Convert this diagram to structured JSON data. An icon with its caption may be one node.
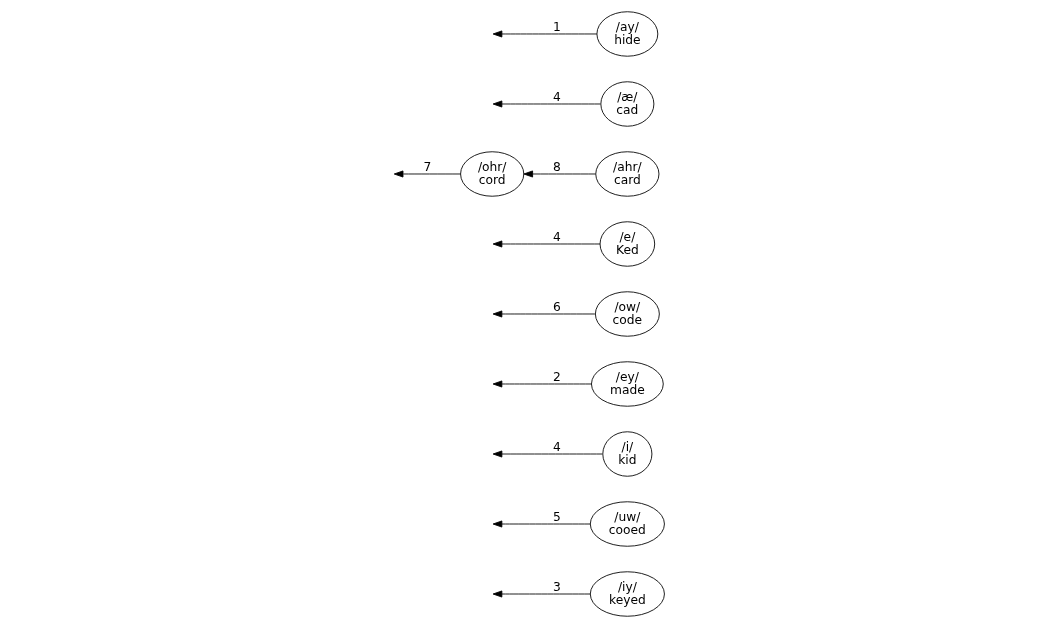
{
  "diagram": {
    "nodes": [
      {
        "text": [
          "/iy/",
          "keyed"
        ]
      },
      {
        "text": [
          "/uw/",
          "cooed"
        ]
      },
      {
        "text": [
          "/i/",
          "kid"
        ]
      },
      {
        "text": [
          "/ey/",
          "made"
        ]
      },
      {
        "text": [
          "/ow/",
          "code"
        ]
      },
      {
        "text": [
          "/e/",
          "Ked"
        ]
      },
      {
        "text": [
          "/ohr/",
          "cord"
        ]
      },
      {
        "text": [
          "/æ/",
          "cad"
        ]
      },
      {
        "text": [
          "/ay/",
          "hide"
        ]
      },
      {
        "text": [
          "/ahr/",
          "card"
        ]
      }
    ],
    "edges": [
      {
        "from": 1,
        "to": null,
        "arrow": "to",
        "label": "5"
      },
      {
        "from": 0,
        "to": null,
        "arrow": "to",
        "label": "3"
      },
      {
        "from": 2,
        "to": null,
        "arrow": "to",
        "label": "4"
      },
      {
        "from": 3,
        "to": null,
        "arrow": "to",
        "label": "2"
      },
      {
        "from": 4,
        "to": null,
        "arrow": "to",
        "label": "6"
      },
      {
        "from": 5,
        "to": null,
        "arrow": "to",
        "label": "4"
      },
      {
        "from": 6,
        "to": null,
        "arrow": "to",
        "label": "7"
      },
      {
        "from": 7,
        "to": null,
        "arrow": "to",
        "label": "4"
      },
      {
        "from": 8,
        "to": null,
        "arrow": "to",
        "label": "1"
      },
      {
        "from": 9,
        "to": 6,
        "arrow": "to",
        "label": "8"
      }
    ]
  }
}
